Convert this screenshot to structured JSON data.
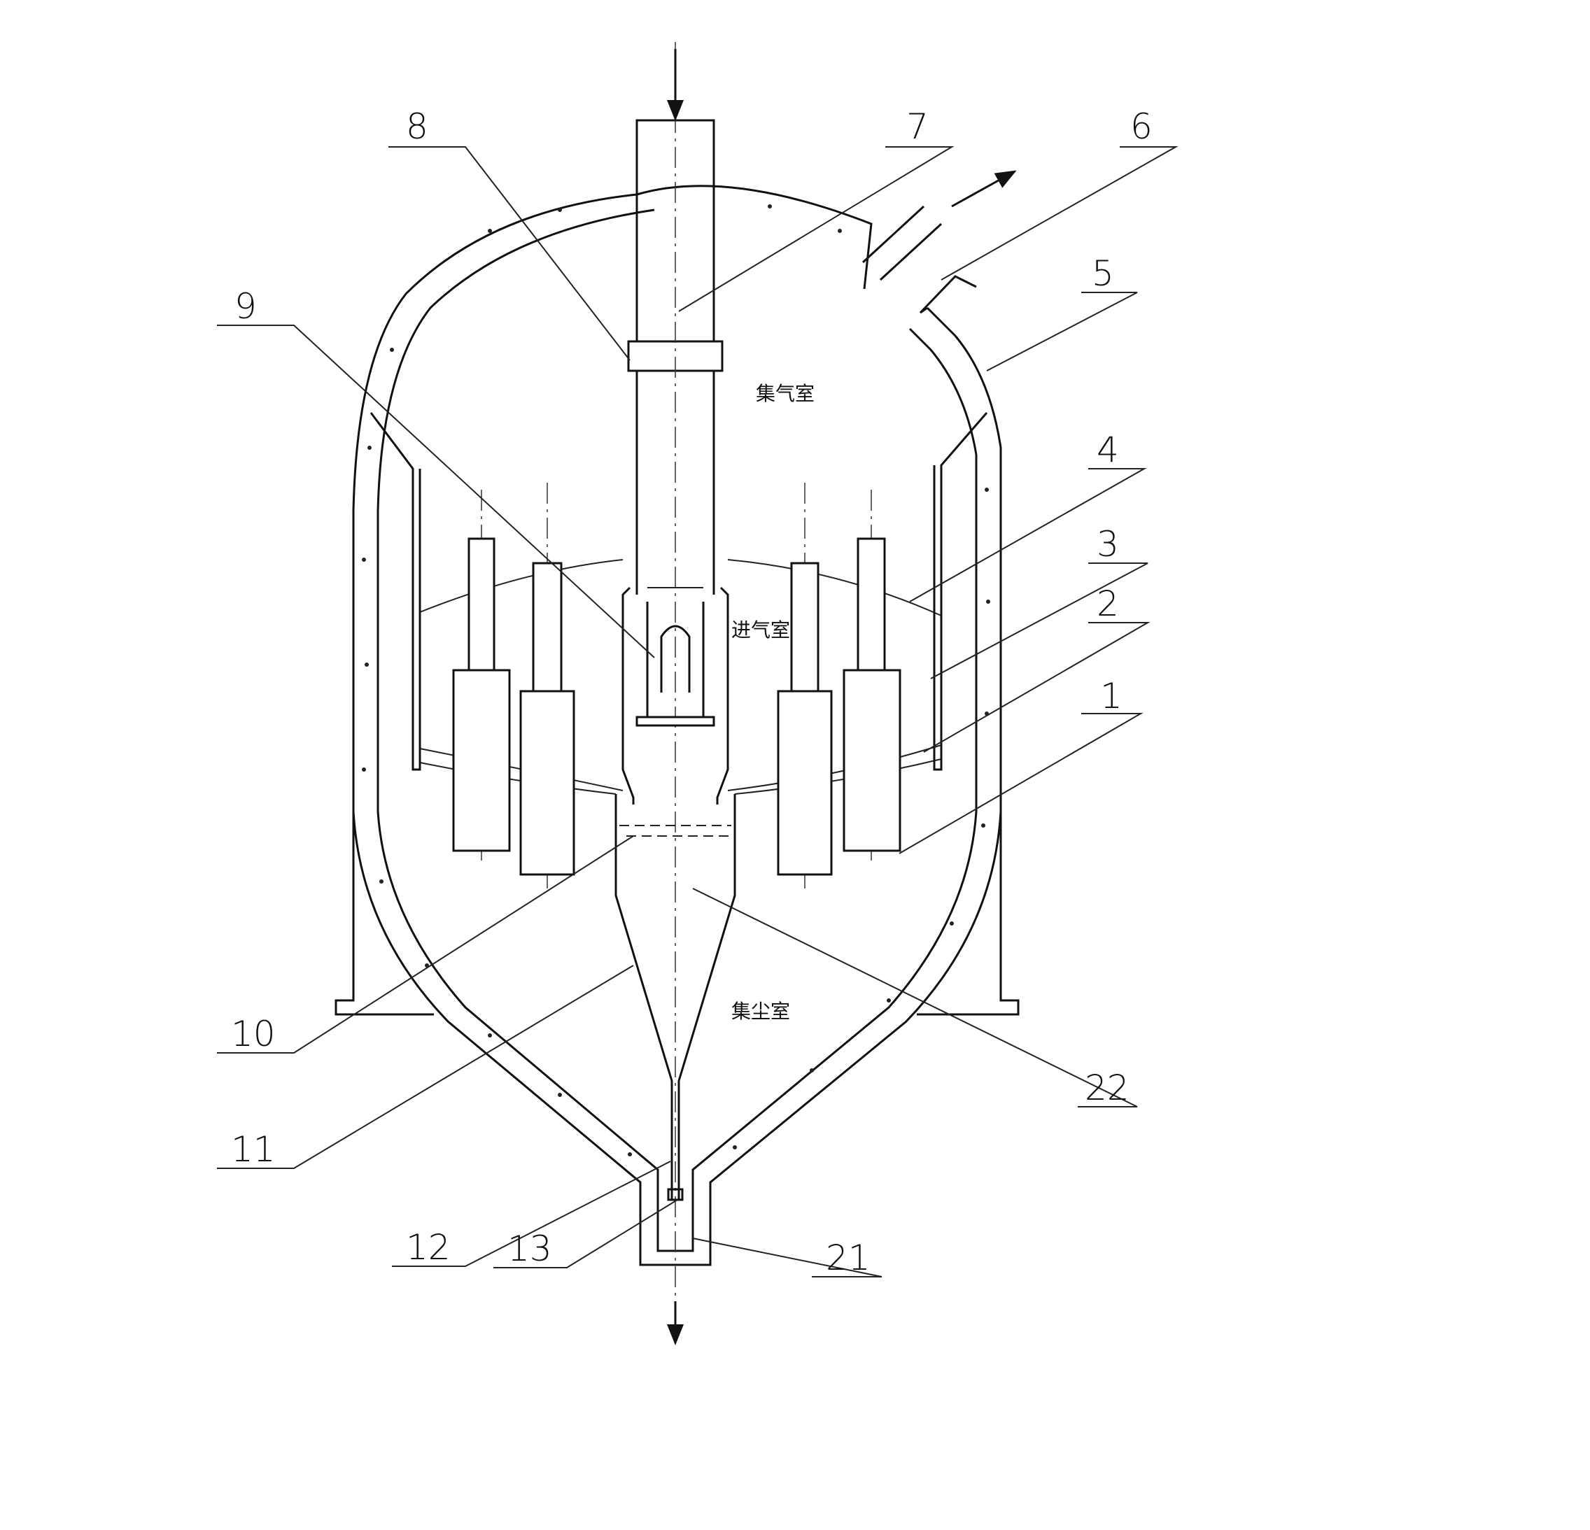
{
  "zones": {
    "gas_collection": "集气室",
    "gas_inlet": "进气室",
    "dust_collection": "集尘室"
  },
  "labels": [
    "1",
    "2",
    "3",
    "4",
    "5",
    "6",
    "7",
    "8",
    "9",
    "10",
    "11",
    "12",
    "13",
    "21",
    "22"
  ]
}
